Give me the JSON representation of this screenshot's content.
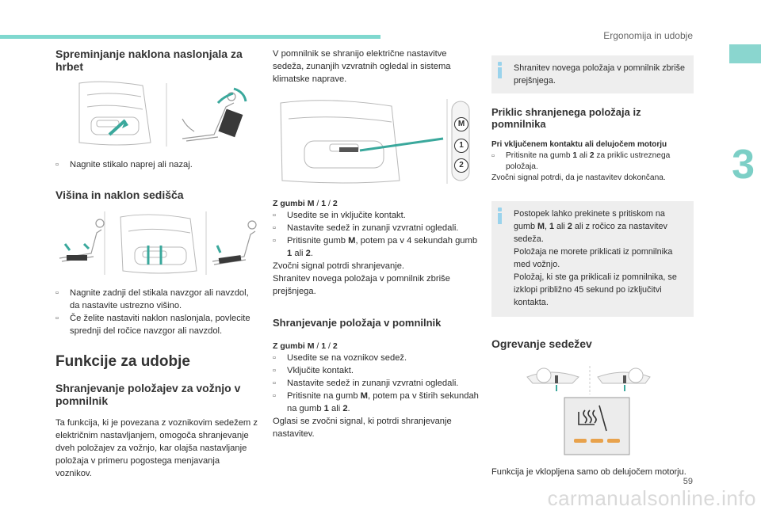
{
  "header": {
    "title": "Ergonomija in udobje",
    "chapter": "3",
    "page_number": "59"
  },
  "watermark": "carmanualsonline.info",
  "col1": {
    "section1": {
      "heading": "Spreminjanje naklona naslonjala za hrbet",
      "bullet": "Nagnite stikalo naprej ali nazaj."
    },
    "section2": {
      "heading": "Višina in naklon sedišča",
      "bullets": [
        "Nagnite zadnji del stikala navzgor ali navzdol, da nastavite ustrezno višino.",
        "Če želite nastaviti naklon naslonjala, povlecite sprednji del ročice navzgor ali navzdol."
      ]
    },
    "section3": {
      "title": "Funkcije za udobje",
      "heading": "Shranjevanje položajev za vožnjo v pomnilnik",
      "text": "Ta funkcija, ki je povezana z voznikovim sedežem z električnim nastavljanjem, omogoča shranjevanje dveh položajev za vožnjo, kar olajša nastavljanje položaja v primeru pogostega menjavanja voznikov."
    }
  },
  "col2": {
    "intro": "V pomnilnik se shranijo električne nastavitve sedeža, zunanjih vzvratnih ogledal in sistema klimatske naprave.",
    "buttons": [
      "M",
      "1",
      "2"
    ],
    "block1": {
      "title_prefix": "Z gumbi",
      "title_m": "M",
      "title_sep1": " / ",
      "title_1": "1",
      "title_sep2": " / ",
      "title_2": "2",
      "bullets": [
        "Usedite se in vključite kontakt.",
        "Nastavite sedež in zunanji vzvratni ogledali."
      ],
      "bullet3_a": "Pritisnite gumb ",
      "bullet3_m": "M",
      "bullet3_b": ", potem pa v 4 sekundah gumb ",
      "bullet3_1": "1",
      "bullet3_c": " ali ",
      "bullet3_2": "2",
      "bullet3_d": ".",
      "after1": "Zvočni signal potrdi shranjevanje.",
      "after2": "Shranitev novega položaja v pomnilnik zbriše prejšnjega."
    },
    "section": {
      "heading": "Shranjevanje položaja v pomnilnik",
      "title_prefix": "Z gumbi",
      "title_m": "M",
      "title_sep1": " / ",
      "title_1": "1",
      "title_sep2": " / ",
      "title_2": "2",
      "bullets": [
        "Usedite se na voznikov sedež.",
        "Vključite kontakt.",
        "Nastavite sedež in zunanji vzvratni ogledali."
      ],
      "bullet4_a": "Pritisnite na gumb ",
      "bullet4_m": "M",
      "bullet4_b": ", potem pa v štirih sekundah na gumb ",
      "bullet4_1": "1",
      "bullet4_c": " ali ",
      "bullet4_2": "2",
      "bullet4_d": ".",
      "after": "Oglasi se zvočni signal, ki potrdi shranjevanje nastavitev."
    }
  },
  "col3": {
    "info1": "Shranitev novega položaja v pomnilnik zbriše prejšnjega.",
    "recall": {
      "heading": "Priklic shranjenega položaja iz pomnilnika",
      "bold": "Pri vključenem kontaktu ali delujočem motorju",
      "bullet_a": "Pritisnite na gumb ",
      "bullet_1": "1",
      "bullet_b": " ali ",
      "bullet_2": "2",
      "bullet_c": " za priklic ustreznega položaja.",
      "after": "Zvočni signal potrdi, da je nastavitev dokončana."
    },
    "info2": {
      "line1_a": "Postopek lahko prekinete s pritiskom na gumb ",
      "line1_m": "M",
      "line1_b": ", ",
      "line1_1": "1",
      "line1_c": " ali ",
      "line1_2": "2",
      "line1_d": " ali z ročico za nastavitev sedeža.",
      "line2": "Položaja ne morete priklicati iz pomnilnika med vožnjo.",
      "line3": "Položaj, ki ste ga priklicali iz pomnilnika, se izklopi približno 45 sekund po izključitvi kontakta."
    },
    "heating": {
      "heading": "Ogrevanje sedežev",
      "text": "Funkcija je vklopljena samo ob delujočem motorju."
    }
  },
  "colors": {
    "accent": "#7fd8cf",
    "info_bg": "#eeeeee",
    "info_icon": "#9ad3ec",
    "arrow": "#3aa89c",
    "led": "#e8a24c"
  }
}
